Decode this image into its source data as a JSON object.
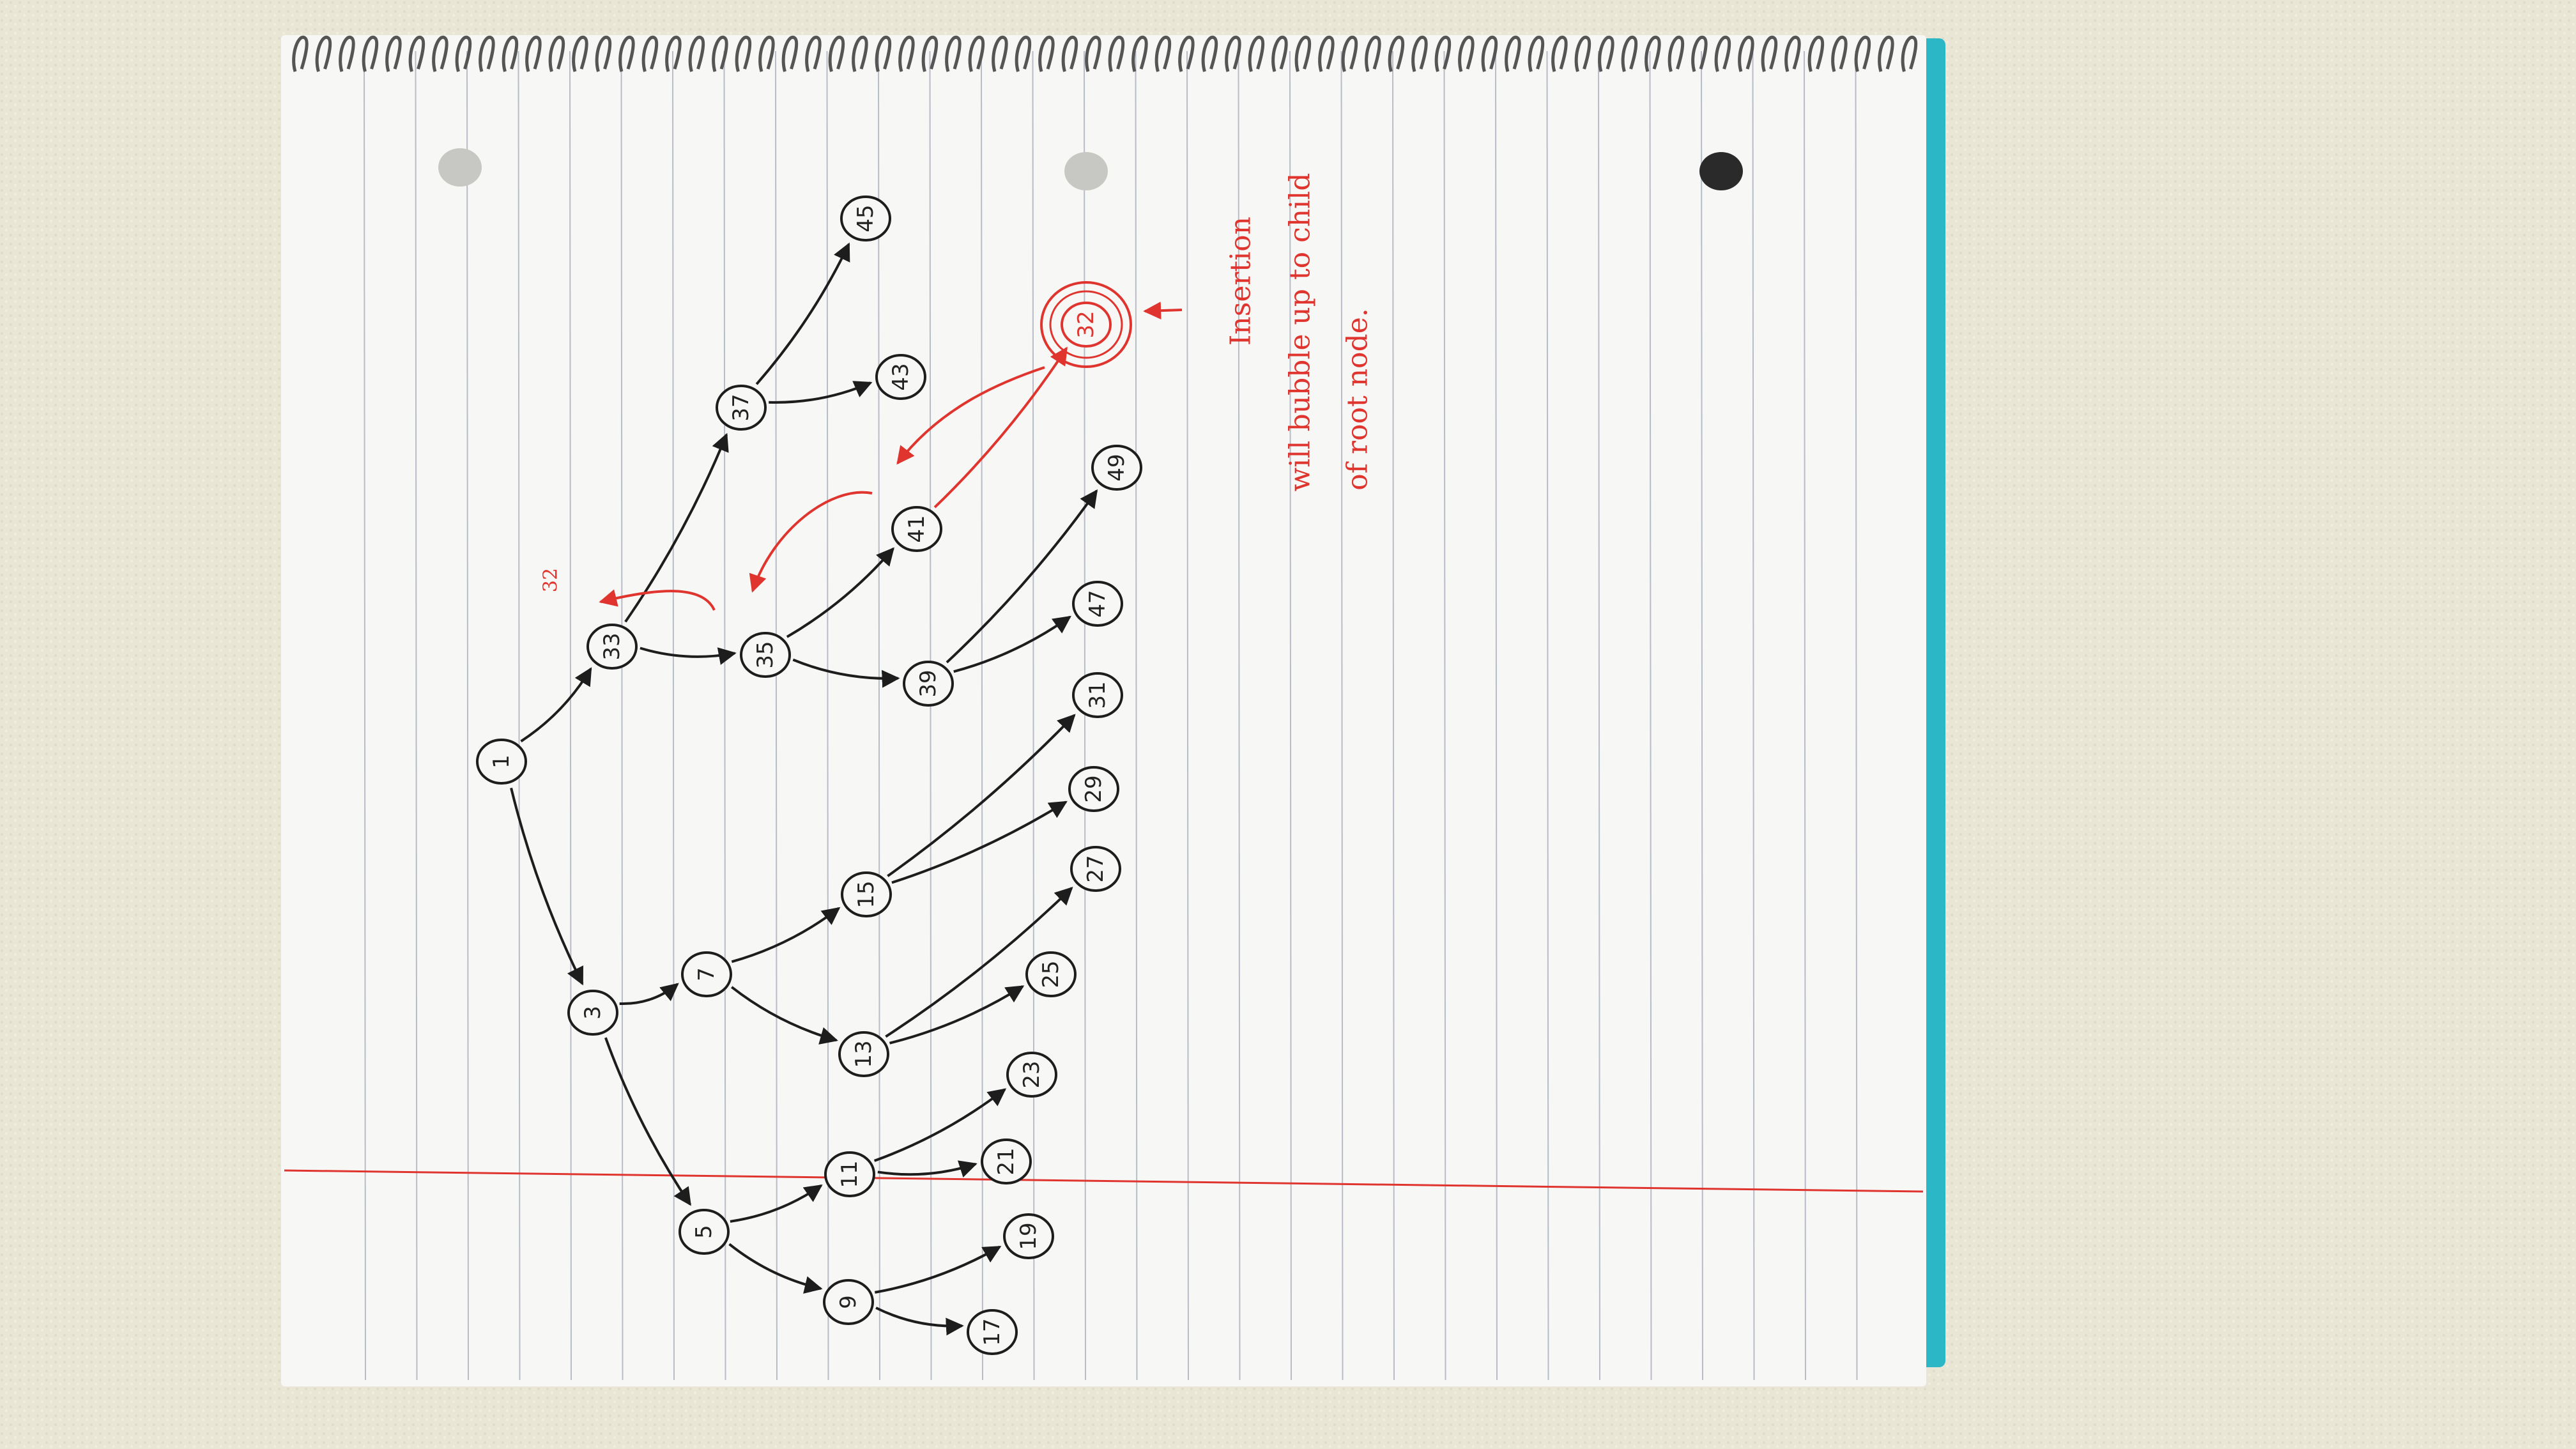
{
  "colors": {
    "background": "#e9e6d6",
    "paper": "#f7f7f5",
    "rule_line": "#b7bcc7",
    "margin_line": "#e0342e",
    "ink": "#1d1d1d",
    "red_ink": "#e0342e",
    "spiral": "#555555",
    "cover_edge": "#2bb7c6"
  },
  "diagram": {
    "nodes": [
      {
        "id": "n1",
        "label": "1"
      },
      {
        "id": "n3",
        "label": "3"
      },
      {
        "id": "n5",
        "label": "5"
      },
      {
        "id": "n7",
        "label": "7"
      },
      {
        "id": "n9",
        "label": "9"
      },
      {
        "id": "n11",
        "label": "11"
      },
      {
        "id": "n13",
        "label": "13"
      },
      {
        "id": "n15",
        "label": "15"
      },
      {
        "id": "n17",
        "label": "17"
      },
      {
        "id": "n19",
        "label": "19"
      },
      {
        "id": "n21",
        "label": "21"
      },
      {
        "id": "n23",
        "label": "23"
      },
      {
        "id": "n25",
        "label": "25"
      },
      {
        "id": "n27",
        "label": "27"
      },
      {
        "id": "n29",
        "label": "29"
      },
      {
        "id": "n31",
        "label": "31"
      },
      {
        "id": "n33",
        "label": "33"
      },
      {
        "id": "n35",
        "label": "35"
      },
      {
        "id": "n37",
        "label": "37"
      },
      {
        "id": "n39",
        "label": "39"
      },
      {
        "id": "n41",
        "label": "41"
      },
      {
        "id": "n43",
        "label": "43"
      },
      {
        "id": "n45",
        "label": "45"
      },
      {
        "id": "n47",
        "label": "47"
      },
      {
        "id": "n49",
        "label": "49"
      },
      {
        "id": "n32",
        "label": "32",
        "highlight": true
      }
    ],
    "edges": [
      {
        "from": "n1",
        "to": "n33"
      },
      {
        "from": "n1",
        "to": "n3"
      },
      {
        "from": "n3",
        "to": "n7"
      },
      {
        "from": "n3",
        "to": "n5"
      },
      {
        "from": "n5",
        "to": "n11"
      },
      {
        "from": "n5",
        "to": "n9"
      },
      {
        "from": "n9",
        "to": "n17"
      },
      {
        "from": "n9",
        "to": "n19"
      },
      {
        "from": "n11",
        "to": "n21"
      },
      {
        "from": "n11",
        "to": "n23"
      },
      {
        "from": "n7",
        "to": "n15"
      },
      {
        "from": "n7",
        "to": "n13"
      },
      {
        "from": "n13",
        "to": "n25"
      },
      {
        "from": "n13",
        "to": "n27"
      },
      {
        "from": "n15",
        "to": "n29"
      },
      {
        "from": "n15",
        "to": "n31"
      },
      {
        "from": "n33",
        "to": "n37"
      },
      {
        "from": "n33",
        "to": "n35"
      },
      {
        "from": "n35",
        "to": "n41"
      },
      {
        "from": "n35",
        "to": "n39"
      },
      {
        "from": "n39",
        "to": "n47"
      },
      {
        "from": "n39",
        "to": "n49"
      },
      {
        "from": "n37",
        "to": "n45"
      },
      {
        "from": "n37",
        "to": "n43"
      },
      {
        "from": "n41",
        "to": "n32"
      }
    ],
    "red_annotation_label": "32",
    "note_lines": [
      "Insertion",
      "will bubble up to child",
      "of root node."
    ]
  }
}
